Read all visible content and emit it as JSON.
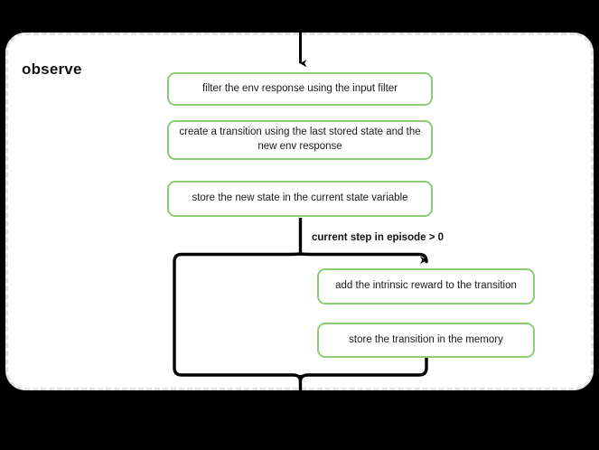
{
  "diagram": {
    "type": "flowchart",
    "direction": "top-to-bottom",
    "scope": {
      "title": "observe",
      "border_style": "dashed",
      "border_color": "#e2e2e2",
      "background": "#ffffff"
    },
    "canvas_background": "#000000",
    "node_border_color": "#8ccc72",
    "connector_color": "#000000",
    "nodes": [
      {
        "id": "filter_env",
        "label": "filter the env response using the input filter"
      },
      {
        "id": "create_transition",
        "label": "create a transition using the last stored state and the new env response"
      },
      {
        "id": "store_state",
        "label": "store the new state in the current state variable"
      },
      {
        "id": "add_intrinsic_reward",
        "label": "add the intrinsic reward to the transition"
      },
      {
        "id": "store_transition",
        "label": "store the transition in the memory"
      }
    ],
    "edges": [
      {
        "id": "entry",
        "from": "external",
        "to": "filter_env",
        "label": ""
      },
      {
        "id": "branch_true",
        "from": "store_state",
        "to": "add_intrinsic_reward",
        "label": "current step in episode > 0"
      },
      {
        "id": "branch_skip",
        "from": "store_state",
        "to": "exit",
        "label": ""
      },
      {
        "id": "exit",
        "from": "store_transition",
        "to": "external",
        "label": ""
      }
    ],
    "condition_label": "current step in episode > 0"
  }
}
